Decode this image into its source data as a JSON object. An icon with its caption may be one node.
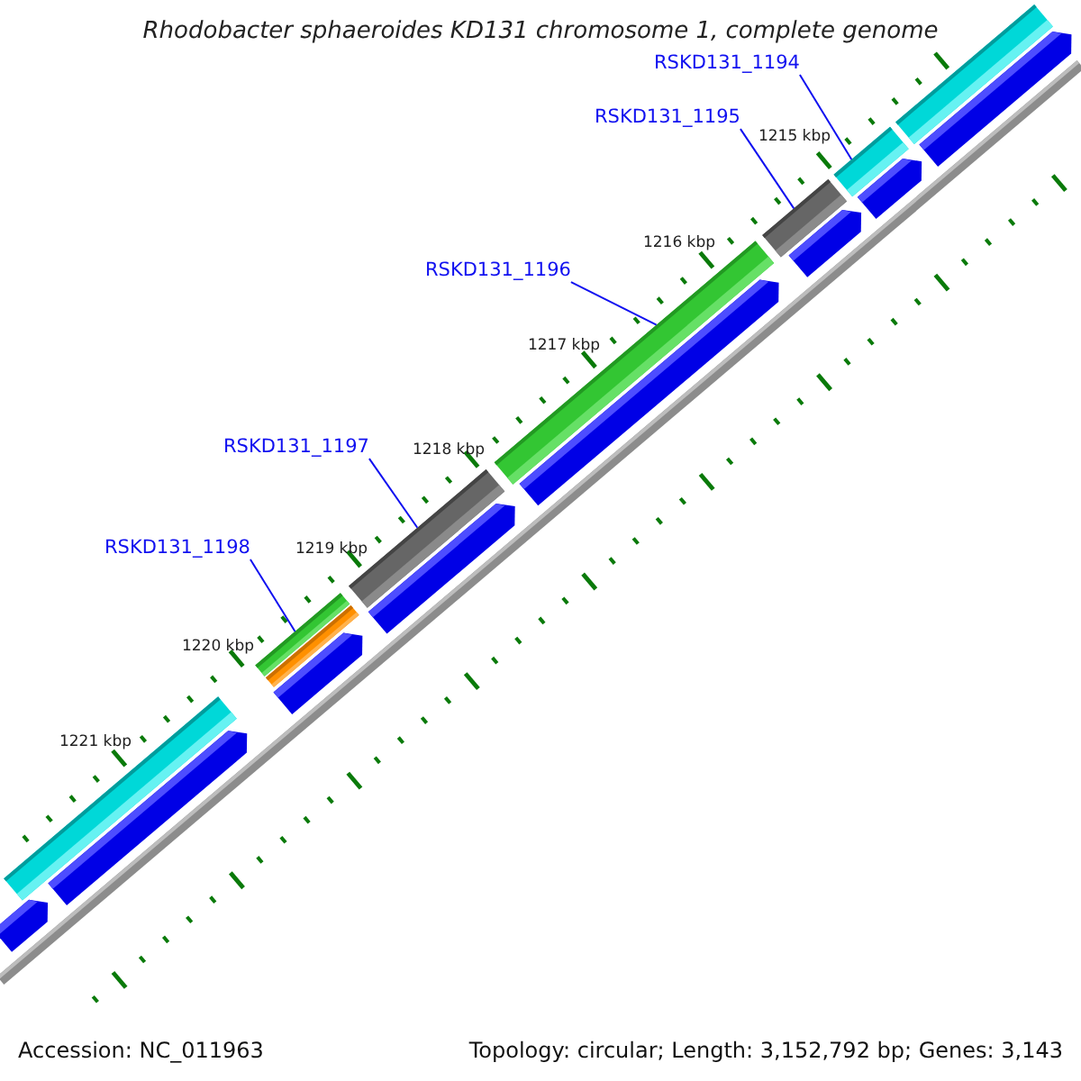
{
  "diagram": {
    "title": "Rhodobacter sphaeroides KD131 chromosome 1, complete genome",
    "nodes": [
      {
        "text": [
          "RSKD131_1194"
        ]
      },
      {
        "text": [
          "RSKD131_1195"
        ]
      },
      {
        "text": [
          "RSKD131_1196"
        ]
      },
      {
        "text": [
          "RSKD131_1197"
        ]
      },
      {
        "text": [
          "RSKD131_1198"
        ]
      },
      {
        "text": [],
        "shape": "bar"
      },
      {
        "text": [],
        "shape": "bar"
      },
      {
        "text": [],
        "shape": "bar"
      },
      {
        "text": [],
        "shape": "bar"
      },
      {
        "text": [],
        "shape": "bar"
      }
    ],
    "edges": [
      {
        "from": 0,
        "to": 5,
        "arrow": "none"
      },
      {
        "from": 1,
        "to": 6,
        "arrow": "none"
      },
      {
        "from": 2,
        "to": 7,
        "arrow": "none"
      },
      {
        "from": 3,
        "to": 8,
        "arrow": "none"
      },
      {
        "from": 4,
        "to": 9,
        "arrow": "none"
      }
    ],
    "labels": [
      "1215 kbp",
      "1216 kbp",
      "1217 kbp",
      "1218 kbp",
      "1219 kbp",
      "1220 kbp",
      "1221 kbp",
      "Accession: NC_011963",
      "Topology: circular; Length: 3,152,792 bp; Genes: 3,143"
    ]
  }
}
